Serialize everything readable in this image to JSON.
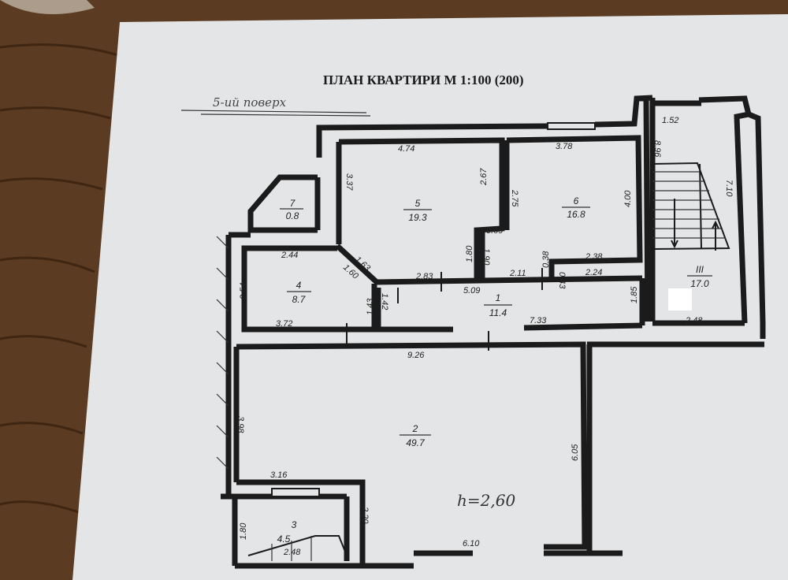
{
  "title": "ПЛАН КВАРТИРИ М  1:100 (200)",
  "handwritten_note": "5-ий поверх",
  "ceiling_height": "h=2,60",
  "colors": {
    "paper": "#e3e5e7",
    "wood": "#5b3b22",
    "ink": "#1b1b1b"
  },
  "rooms": [
    {
      "number": "1",
      "area": "11.4"
    },
    {
      "number": "2",
      "area": "49.7"
    },
    {
      "number": "3",
      "area": "4.5"
    },
    {
      "number": "4",
      "area": "8.7"
    },
    {
      "number": "5",
      "area": "19.3"
    },
    {
      "number": "6",
      "area": "16.8"
    },
    {
      "number": "7",
      "area": "0.8"
    },
    {
      "number": "III",
      "area": "17.0"
    }
  ],
  "dimensions": {
    "d474": "4.74",
    "d378": "3.78",
    "d152": "1.52",
    "d337": "3.37",
    "d267": "2.67",
    "d275": "2.75",
    "d400": "4.00",
    "d896": "8.96",
    "d710": "7.10",
    "d069": "0.69",
    "d180a": "1.80",
    "d190": "1.90",
    "d244": "2.44",
    "d163": "1.63",
    "d160": "1.60",
    "d283": "2.83",
    "d509": "5.09",
    "d211": "2.11",
    "d038": "0.38",
    "d238": "2.38",
    "d224": "2.24",
    "d043": "0.43",
    "d254": "2.54",
    "d143": "1.43",
    "d142": "1.42",
    "d185": "1.85",
    "d248": "2.48",
    "d372": "3.72",
    "d733": "7.33",
    "d926": "9.26",
    "d398": "3.98",
    "d605": "6.05",
    "d316": "3.16",
    "d220": "2.20",
    "d180b": "1.80",
    "d248b": "2.48",
    "d610": "6.10"
  }
}
